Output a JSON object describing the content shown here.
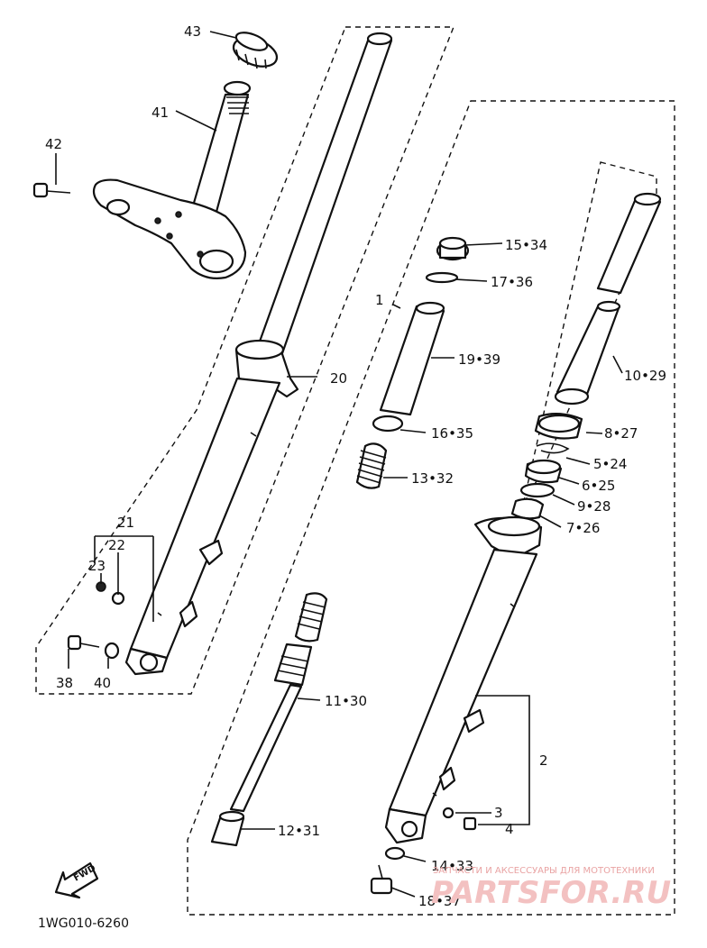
{
  "labels": {
    "p1": "1",
    "p2": "2",
    "p3": "3",
    "p4": "4",
    "p10": "10•29",
    "p15": "15•34",
    "p17": "17•36",
    "p19": "19•39",
    "p16": "16•35",
    "p13": "13•32",
    "p8": "8•27",
    "p5": "5•24",
    "p6": "6•25",
    "p9": "9•28",
    "p7": "7•26",
    "p11": "11•30",
    "p12": "12•31",
    "p14": "14•33",
    "p18": "18•37",
    "p20": "20",
    "p21": "21",
    "p22": "22",
    "p23": "23",
    "p38": "38",
    "p40": "40",
    "p41": "41",
    "p42": "42",
    "p43": "43"
  },
  "fwd_text": "FWD",
  "diagram_code": "1WG010-6260",
  "watermark": {
    "line1": "ЗАПЧАСТИ И АКСЕССУАРЫ ДЛЯ МОТОТЕХНИКИ",
    "line2": "PARTSFOR.RU"
  }
}
